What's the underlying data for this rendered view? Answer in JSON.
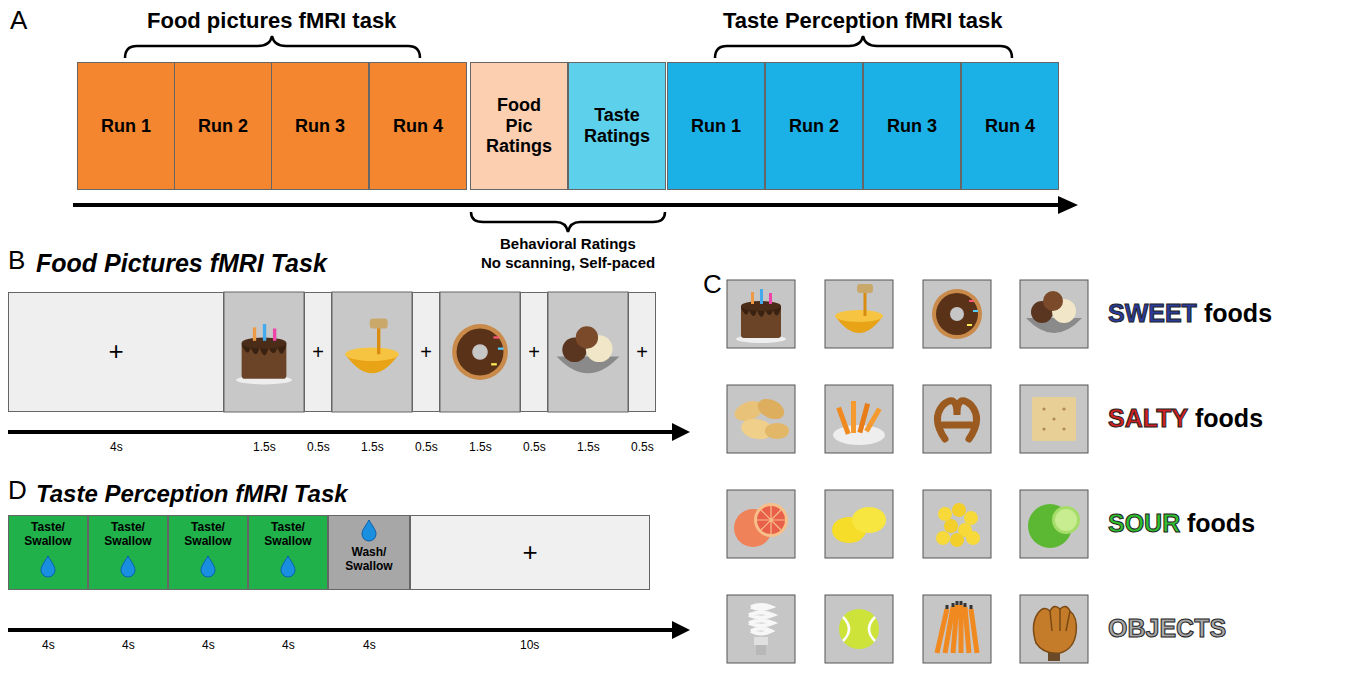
{
  "diagram": {
    "nodes": [
      {
        "text": [
          "Run 1"
        ]
      },
      {
        "text": [
          "Run 2"
        ]
      },
      {
        "text": [
          "Run 3"
        ]
      },
      {
        "text": [
          "Run 4"
        ]
      },
      {
        "text": [
          "Food Pic Ratings"
        ]
      },
      {
        "text": [
          "Taste Ratings"
        ]
      },
      {
        "text": [
          "Run 1"
        ]
      },
      {
        "text": [
          "Run 2"
        ]
      },
      {
        "text": [
          "Run 3"
        ]
      },
      {
        "text": [
          "Run 4"
        ]
      },
      {
        "text": [
          "+"
        ]
      },
      {
        "text": [
          "+"
        ]
      },
      {
        "text": [
          "+"
        ]
      },
      {
        "text": [
          "+"
        ]
      },
      {
        "text": [
          "+"
        ]
      },
      {
        "text": [
          "Taste/ Swallow"
        ]
      },
      {
        "text": [
          "Taste/ Swallow"
        ]
      },
      {
        "text": [
          "Taste/ Swallow"
        ]
      },
      {
        "text": [
          "Taste/ Swallow"
        ]
      },
      {
        "text": [
          "Wash/ Swallow"
        ]
      },
      {
        "text": [
          "+"
        ]
      }
    ],
    "labels": [
      "A",
      "Food pictures fMRI task",
      "Taste Perception fMRI task",
      "Behavioral Ratings",
      "No scanning, Self-paced",
      "B",
      "Food Pictures fMRI Task",
      "4s",
      "1.5s",
      "0.5s",
      "1.5s",
      "0.5s",
      "1.5s",
      "0.5s",
      "1.5s",
      "0.5s",
      "C",
      "SWEET",
      "foods",
      "SALTY",
      "foods",
      "SOUR",
      "foods",
      "OBJECTS",
      "D",
      "Taste Perception fMRI Task",
      "4s",
      "4s",
      "4s",
      "4s",
      "4s",
      "10s"
    ]
  }
}
